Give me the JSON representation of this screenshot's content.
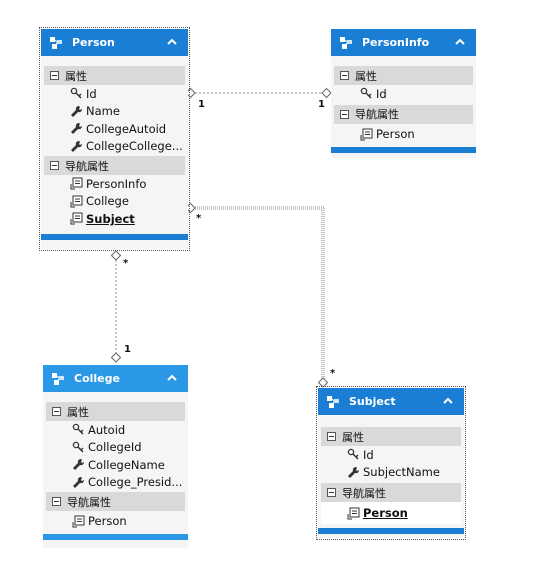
{
  "section_labels": {
    "properties": "属性",
    "navigation": "导航属性"
  },
  "entities": {
    "person": {
      "name": "Person",
      "properties": [
        "Id",
        "Name",
        "CollegeAutoid",
        "CollegeCollege..."
      ],
      "navigation": [
        "PersonInfo",
        "College",
        "Subject"
      ]
    },
    "personinfo": {
      "name": "PersonInfo",
      "properties": [
        "Id"
      ],
      "navigation": [
        "Person"
      ]
    },
    "college": {
      "name": "College",
      "properties": [
        "Autoid",
        "CollegeId",
        "CollegeName",
        "College_Presid..."
      ],
      "navigation": [
        "Person"
      ]
    },
    "subject": {
      "name": "Subject",
      "properties": [
        "Id",
        "SubjectName"
      ],
      "navigation": [
        "Person"
      ]
    }
  },
  "connectors": {
    "person_personinfo": {
      "from_mult": "1",
      "to_mult": "1"
    },
    "person_college": {
      "from_mult": "*",
      "to_mult": "1"
    },
    "person_subject": {
      "from_mult": "*",
      "to_mult": "*"
    }
  },
  "colors": {
    "header": "#1a7fd4",
    "header_light": "#2a98e6",
    "section": "#d9d9d9",
    "body": "#f5f5f5"
  },
  "icons": {
    "entity": "entity-icon",
    "key": "key-icon",
    "scalar": "wrench-icon",
    "navigation": "navigation-property-icon",
    "collapse": "chevron-up-icon",
    "toggle": "collapse-toggle-icon"
  }
}
